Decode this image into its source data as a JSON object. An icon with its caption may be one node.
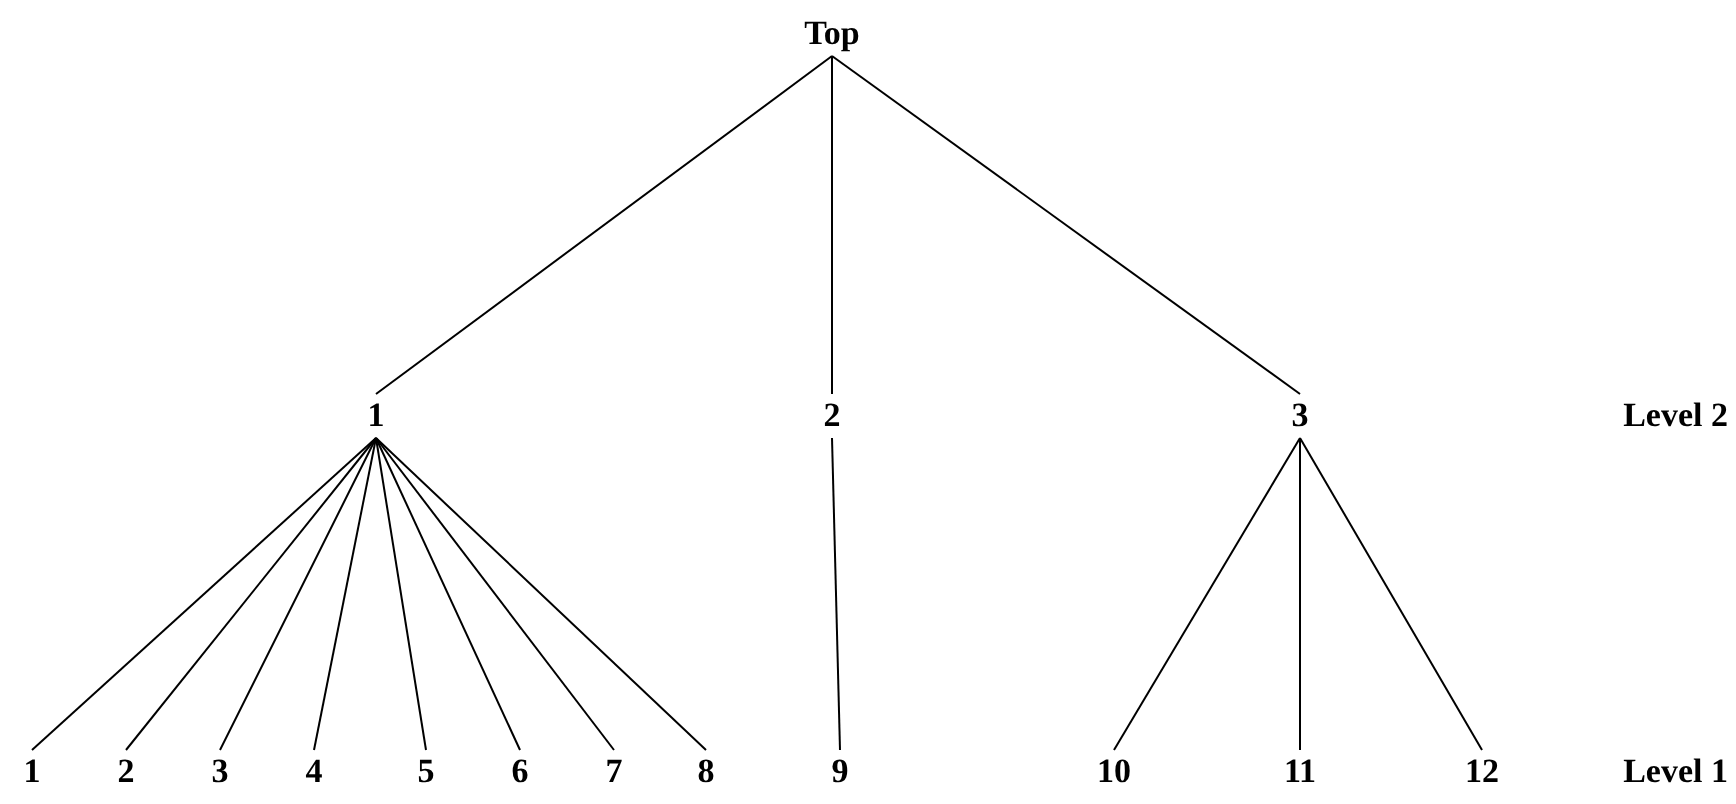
{
  "diagram": {
    "nodes": [
      {
        "text": [
          "Top"
        ]
      },
      {
        "text": [
          "1"
        ]
      },
      {
        "text": [
          "2"
        ]
      },
      {
        "text": [
          "3"
        ]
      },
      {
        "text": [
          "1"
        ]
      },
      {
        "text": [
          "2"
        ]
      },
      {
        "text": [
          "3"
        ]
      },
      {
        "text": [
          "4"
        ]
      },
      {
        "text": [
          "5"
        ]
      },
      {
        "text": [
          "6"
        ]
      },
      {
        "text": [
          "7"
        ]
      },
      {
        "text": [
          "8"
        ]
      },
      {
        "text": [
          "9"
        ]
      },
      {
        "text": [
          "10"
        ]
      },
      {
        "text": [
          "11"
        ]
      },
      {
        "text": [
          "12"
        ]
      }
    ],
    "edges": [
      {
        "from": 0,
        "to": 1,
        "arrow": "none"
      },
      {
        "from": 0,
        "to": 2,
        "arrow": "none"
      },
      {
        "from": 0,
        "to": 3,
        "arrow": "none"
      },
      {
        "from": 1,
        "to": 4,
        "arrow": "none"
      },
      {
        "from": 1,
        "to": 5,
        "arrow": "none"
      },
      {
        "from": 1,
        "to": 6,
        "arrow": "none"
      },
      {
        "from": 1,
        "to": 7,
        "arrow": "none"
      },
      {
        "from": 1,
        "to": 8,
        "arrow": "none"
      },
      {
        "from": 1,
        "to": 9,
        "arrow": "none"
      },
      {
        "from": 1,
        "to": 10,
        "arrow": "none"
      },
      {
        "from": 1,
        "to": 11,
        "arrow": "none"
      },
      {
        "from": 2,
        "to": 12,
        "arrow": "none"
      },
      {
        "from": 3,
        "to": 13,
        "arrow": "none"
      },
      {
        "from": 3,
        "to": 14,
        "arrow": "none"
      },
      {
        "from": 3,
        "to": 15,
        "arrow": "none"
      }
    ],
    "labels": [
      "Level 2",
      "Level 1"
    ]
  }
}
